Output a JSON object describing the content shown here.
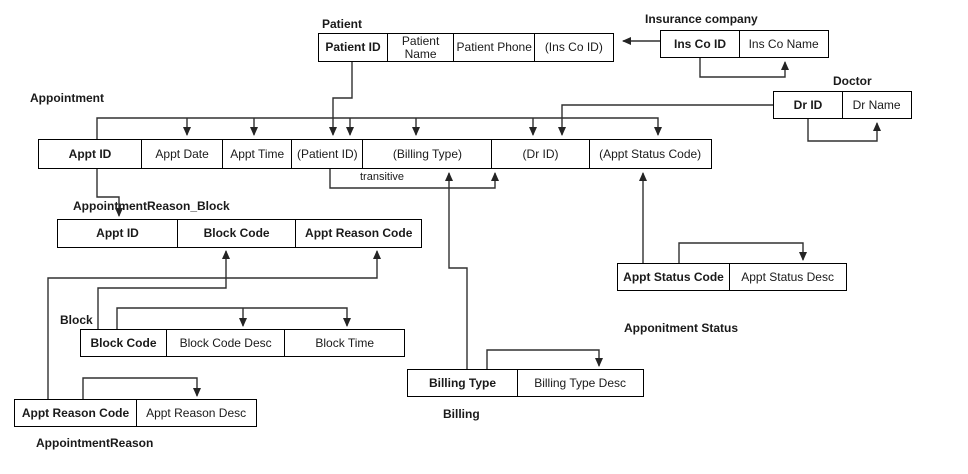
{
  "tables": {
    "patient": {
      "title": "Patient",
      "cells": [
        "Patient ID",
        "Patient Name",
        "Patient Phone",
        "(Ins Co ID)"
      ]
    },
    "insurance": {
      "title": "Insurance company",
      "cells": [
        "Ins Co ID",
        "Ins Co Name"
      ]
    },
    "doctor": {
      "title": "Doctor",
      "cells": [
        "Dr ID",
        "Dr Name"
      ]
    },
    "appointment": {
      "title": "Appointment",
      "cells": [
        "Appt ID",
        "Appt Date",
        "Appt Time",
        "(Patient ID)",
        "(Billing Type)",
        "(Dr ID)",
        "(Appt Status Code)"
      ]
    },
    "appointment_reason_block": {
      "title": "AppointmentReason_Block",
      "cells": [
        "Appt ID",
        "Block Code",
        "Appt Reason Code"
      ]
    },
    "appointment_status": {
      "title": "Apponitment Status",
      "cells": [
        "Appt Status Code",
        "Appt Status Desc"
      ]
    },
    "block": {
      "title": "Block",
      "cells": [
        "Block Code",
        "Block Code Desc",
        "Block Time"
      ]
    },
    "billing": {
      "title": "Billing",
      "cells": [
        "Billing Type",
        "Billing Type Desc"
      ]
    },
    "appointment_reason": {
      "title": "AppointmentReason",
      "cells": [
        "Appt Reason Code",
        "Appt Reason Desc"
      ]
    }
  },
  "annotations": {
    "transitive": "transitive"
  },
  "colors": {
    "line": "#303030",
    "border": "#000000",
    "background": "#ffffff"
  }
}
